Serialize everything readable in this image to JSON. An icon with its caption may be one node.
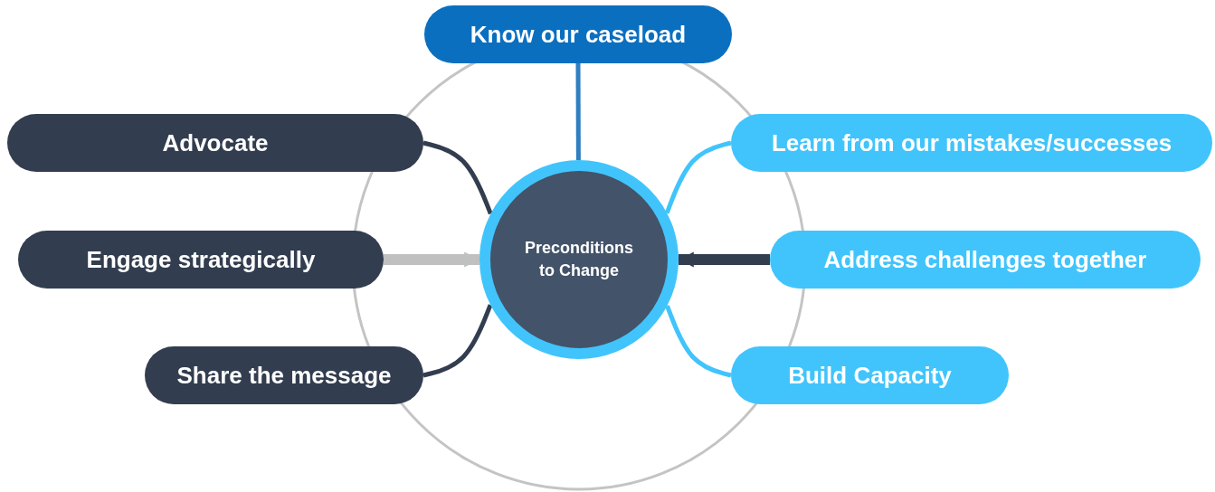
{
  "diagram": {
    "nodes": [
      {
        "text": [
          "Preconditions to Change"
        ]
      },
      {
        "text": [
          "Know our caseload"
        ]
      },
      {
        "text": [
          "Advocate"
        ]
      },
      {
        "text": [
          "Engage strategically"
        ]
      },
      {
        "text": [
          "Share the message"
        ]
      },
      {
        "text": [
          "Learn from our mistakes/successes"
        ]
      },
      {
        "text": [
          "Address challenges together"
        ]
      },
      {
        "text": [
          "Build Capacity"
        ]
      }
    ],
    "edges": [
      {
        "from": 1,
        "to": 0,
        "arrow": "none",
        "color": "#2f7fc1"
      },
      {
        "from": 2,
        "to": 0,
        "arrow": "none",
        "color": "#323d4f"
      },
      {
        "from": 4,
        "to": 0,
        "arrow": "none",
        "color": "#323d4f"
      },
      {
        "from": 5,
        "to": 0,
        "arrow": "none",
        "color": "#41c4fb"
      },
      {
        "from": 7,
        "to": 0,
        "arrow": "none",
        "color": "#41c4fb"
      },
      {
        "from": 3,
        "to": 0,
        "arrow": "to",
        "style": "thick",
        "color": "#c0c0c0"
      },
      {
        "from": 6,
        "to": 0,
        "arrow": "to",
        "style": "thick",
        "color": "#323d4f"
      }
    ]
  }
}
